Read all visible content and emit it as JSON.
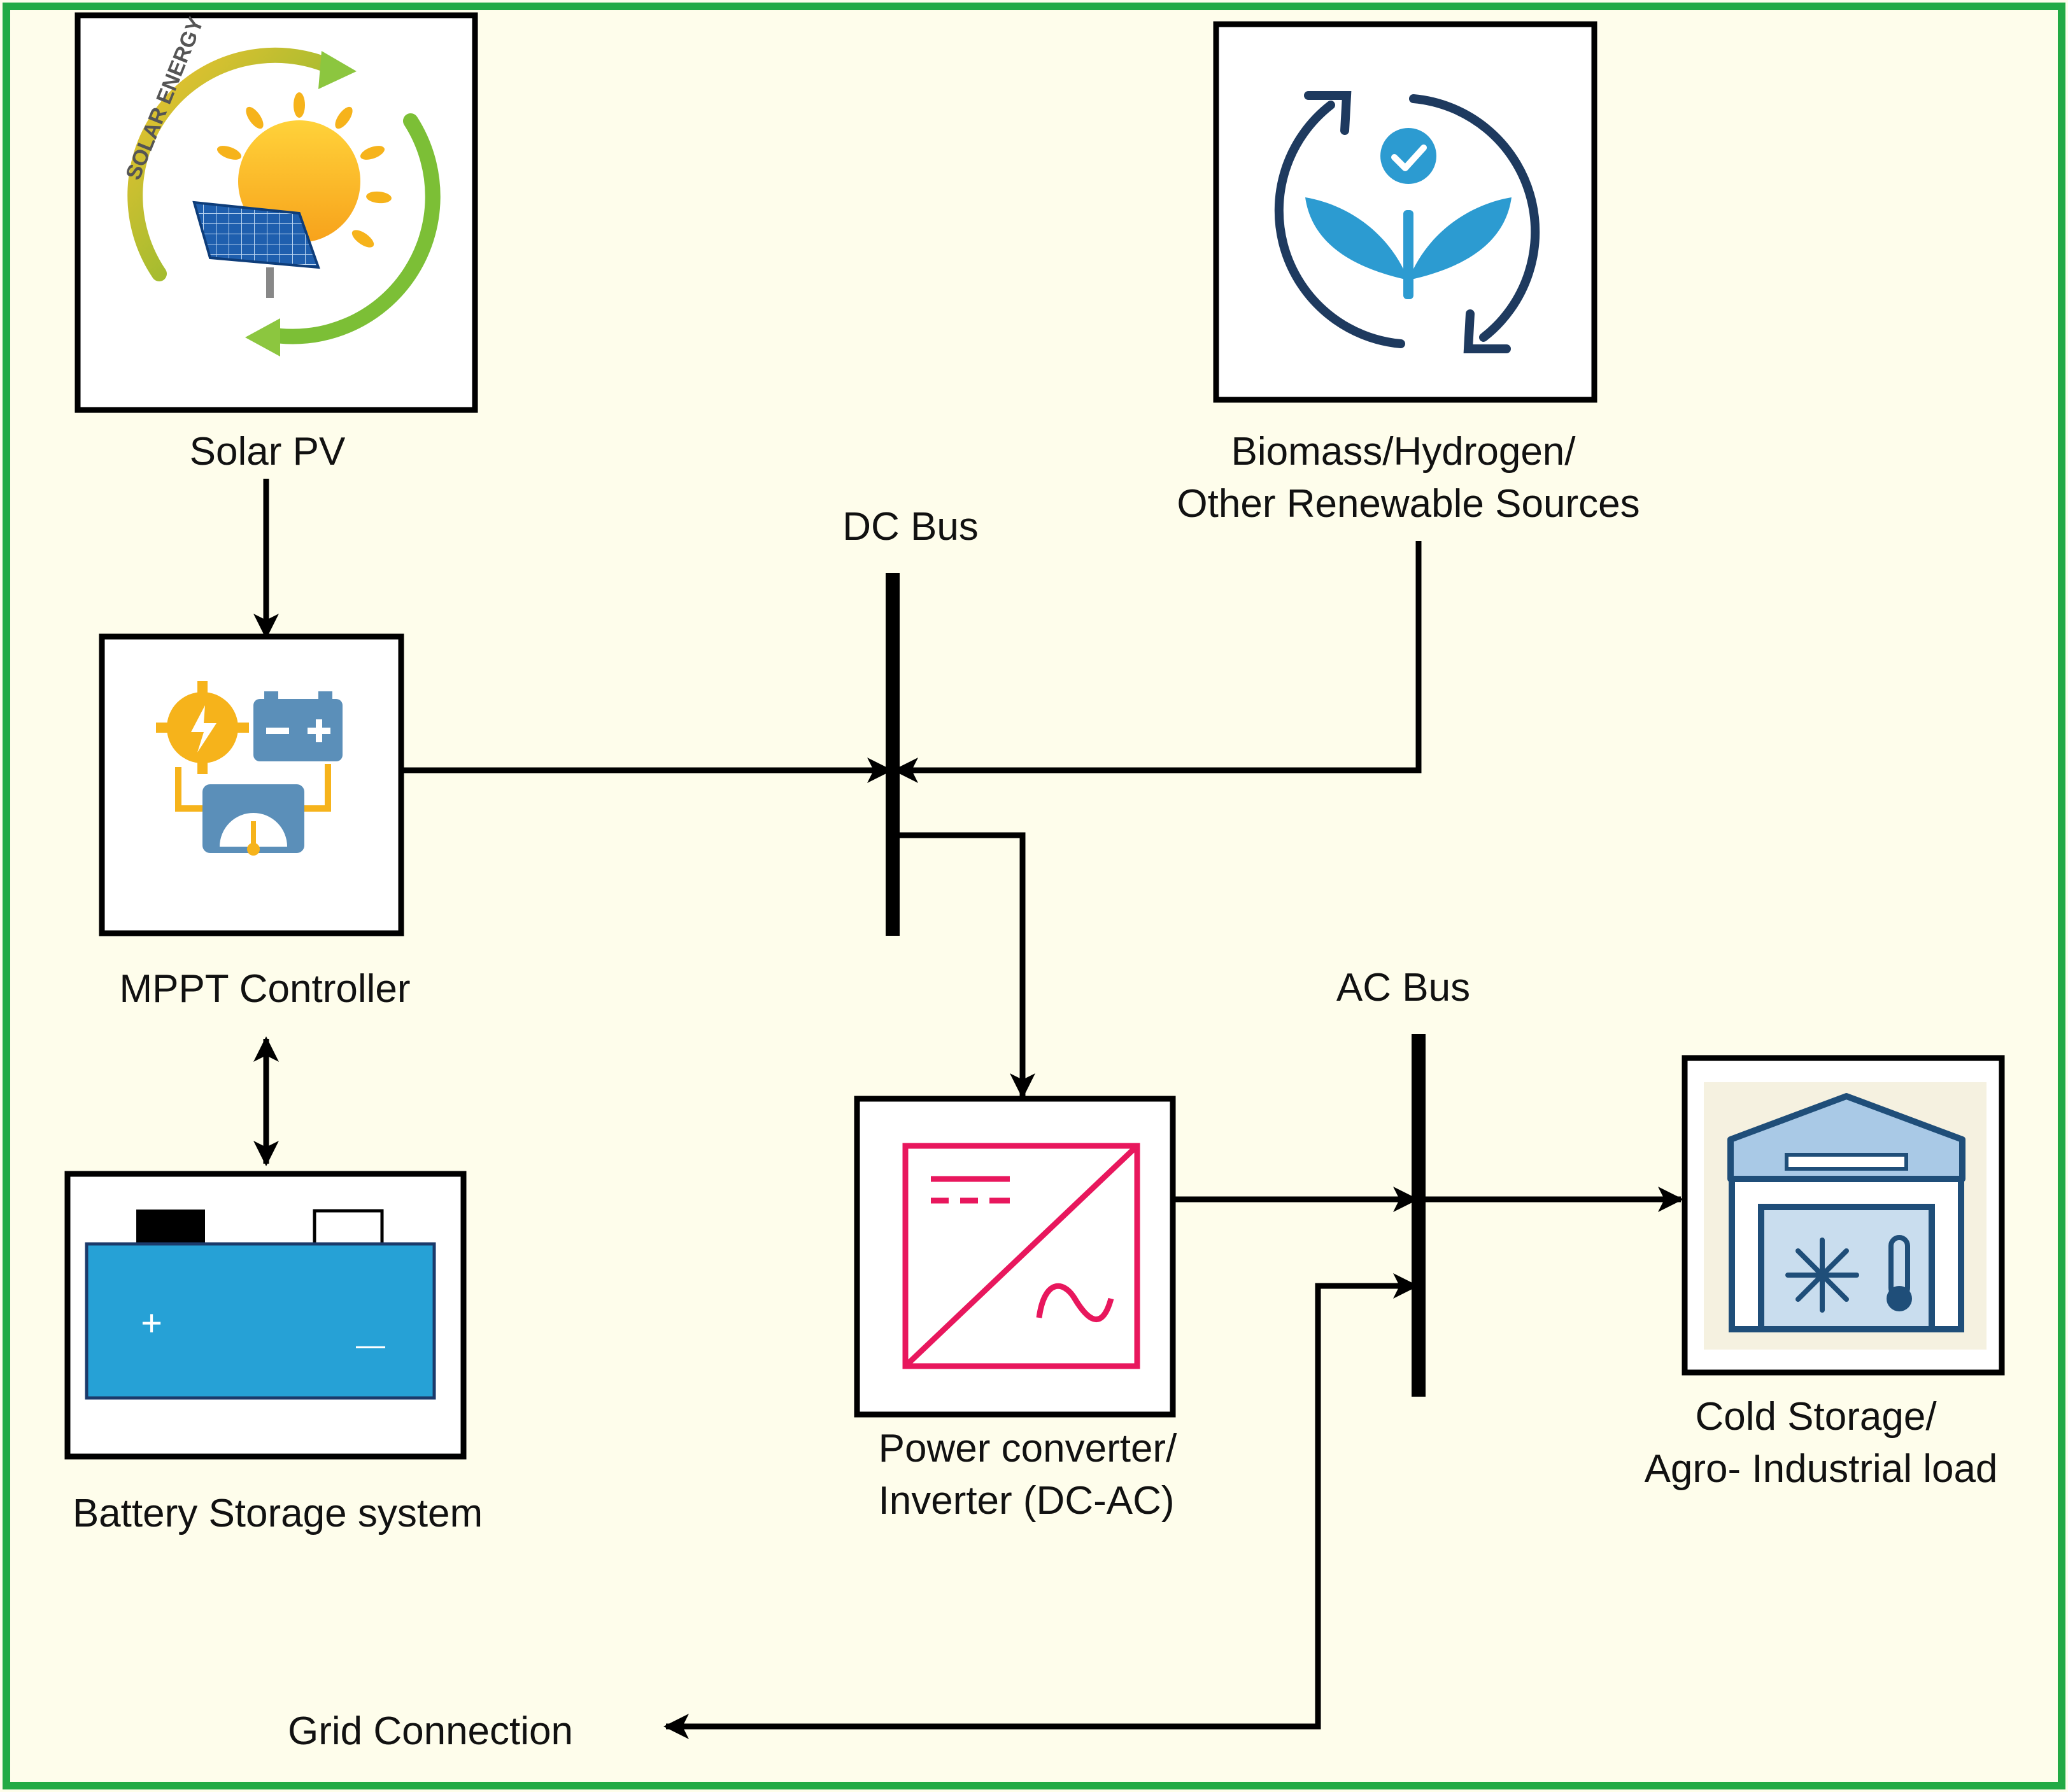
{
  "colors": {
    "background": "#FEFDEB",
    "frame": "#22AA44",
    "line": "#000000",
    "inverter": "#E8175D",
    "battery": "#26A1D6",
    "storage_icon": "#1F4E79",
    "biomass_ring": "#1E3A5F",
    "biomass_leaf": "#2C9BD1"
  },
  "nodes": {
    "solar_pv": {
      "label": "Solar PV",
      "icon": "solar-energy-icon",
      "icon_text": "SOLAR ENERGY"
    },
    "biomass": {
      "label_line1": "Biomass/Hydrogen/",
      "label_line2": "Other Renewable Sources",
      "icon": "renewable-cycle-icon"
    },
    "mppt": {
      "label": "MPPT Controller",
      "icon": "mppt-controller-icon"
    },
    "battery": {
      "label": "Battery Storage system",
      "icon": "battery-icon",
      "plus": "+",
      "minus": "—"
    },
    "inverter": {
      "label_line1": "Power converter/",
      "label_line2": "Inverter (DC-AC)",
      "icon": "dc-ac-converter-icon"
    },
    "load": {
      "label_line1": "Cold Storage/",
      "label_line2": "Agro- Industrial load",
      "icon": "cold-storage-icon"
    },
    "grid": {
      "label": "Grid Connection"
    }
  },
  "buses": {
    "dc": {
      "label": "DC Bus"
    },
    "ac": {
      "label": "AC Bus"
    }
  },
  "edges": [
    {
      "from": "Solar PV",
      "to": "MPPT Controller",
      "direction": "one-way"
    },
    {
      "from": "MPPT Controller",
      "to": "Battery Storage system",
      "direction": "two-way"
    },
    {
      "from": "MPPT Controller",
      "to": "DC Bus",
      "direction": "one-way"
    },
    {
      "from": "Biomass/Hydrogen/Other Renewable Sources",
      "to": "DC Bus",
      "direction": "one-way"
    },
    {
      "from": "DC Bus",
      "to": "Power converter/Inverter (DC-AC)",
      "direction": "one-way"
    },
    {
      "from": "Power converter/Inverter (DC-AC)",
      "to": "AC Bus",
      "direction": "one-way"
    },
    {
      "from": "AC Bus",
      "to": "Cold Storage/Agro- Industrial load",
      "direction": "one-way"
    },
    {
      "from": "Grid Connection",
      "to": "AC Bus",
      "direction": "two-way"
    }
  ]
}
